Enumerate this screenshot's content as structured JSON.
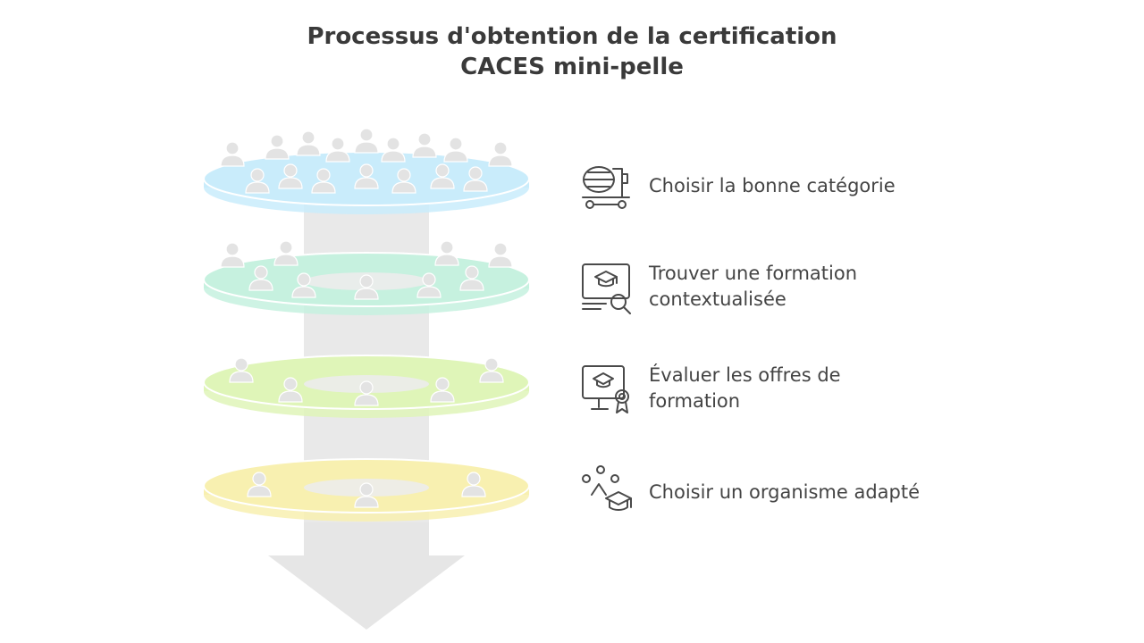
{
  "title": {
    "line1": "Processus d'obtention de la certification",
    "line2": "CACES mini-pelle"
  },
  "steps": [
    {
      "label": "Choisir la bonne catégorie",
      "icon": "concrete-mixer-icon",
      "disc_color": "#c9ecfb"
    },
    {
      "label": "Trouver une formation\ncontextualisée",
      "icon": "graduation-search-icon",
      "disc_color": "#c6f1df"
    },
    {
      "label": "Évaluer les offres de\nformation",
      "icon": "certificate-monitor-icon",
      "disc_color": "#dff5b8"
    },
    {
      "label": "Choisir un organisme adapté",
      "icon": "people-graduation-icon",
      "disc_color": "#f8f0b0"
    }
  ],
  "colors": {
    "cylinder": "#e9e9e9",
    "arrow": "#e6e6e6",
    "person": "#e3e3e3",
    "icon_stroke": "#4a4a4a"
  }
}
